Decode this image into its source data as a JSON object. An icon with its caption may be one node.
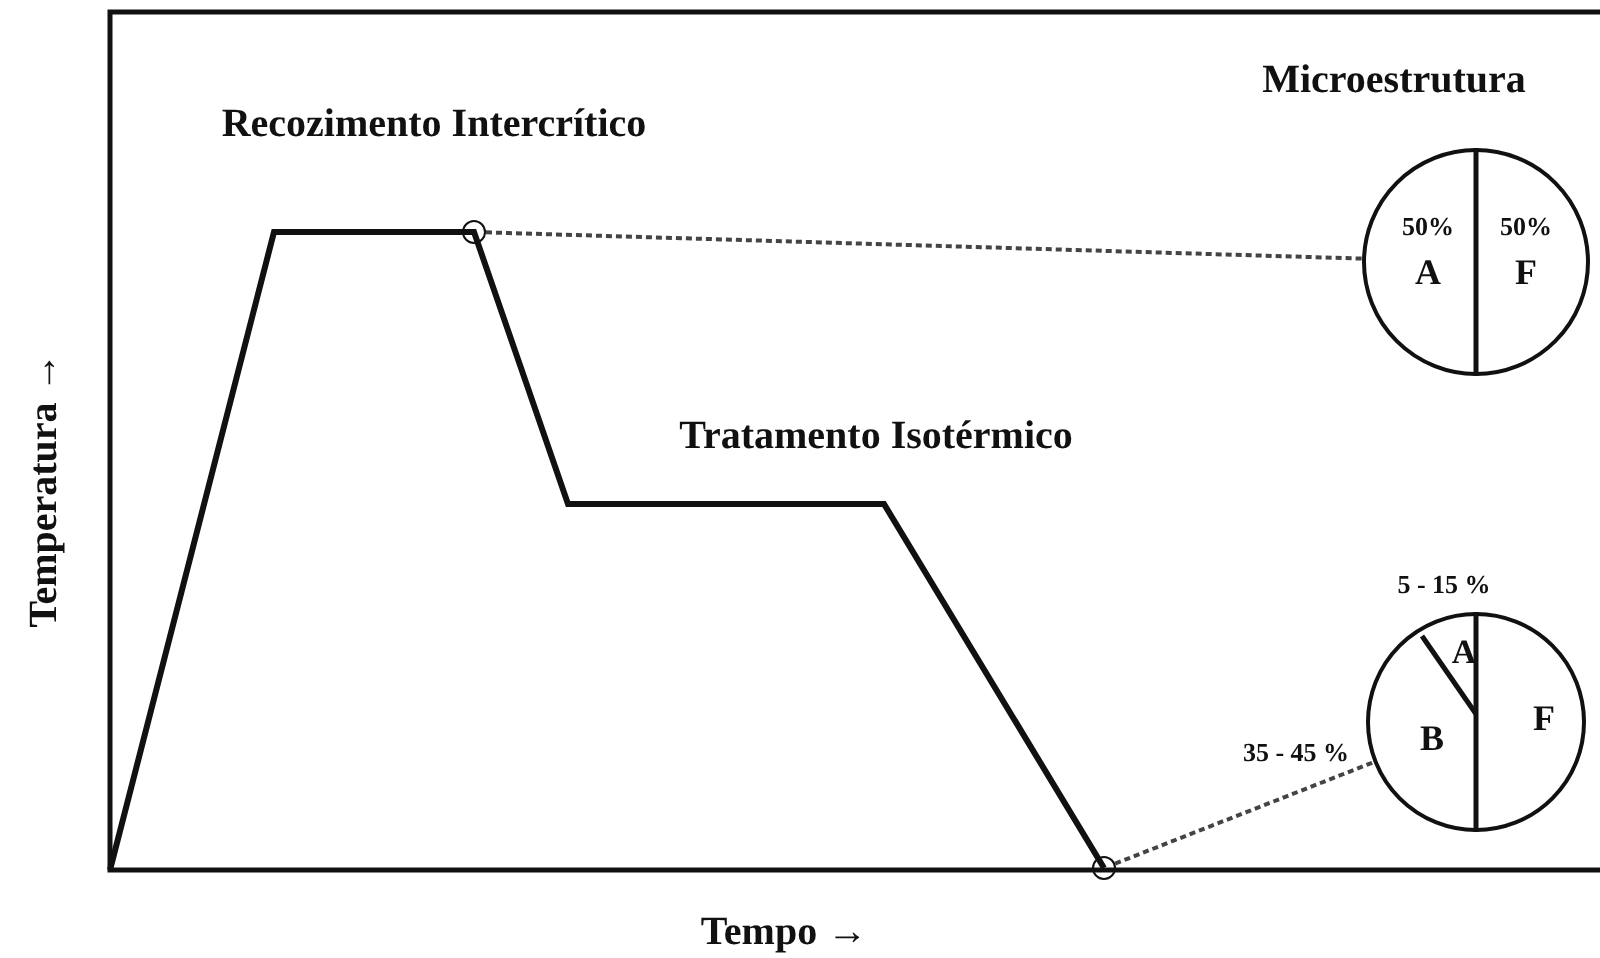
{
  "diagram": {
    "nodes": [
      {
        "text": [],
        "shape": "circle"
      },
      {
        "text": [
          "50%",
          "A",
          "50%",
          "F"
        ]
      },
      {
        "text": [],
        "shape": "circle"
      },
      {
        "text": [
          "A",
          "B",
          "F"
        ],
        "beside": [
          "5 - 15 %",
          "35 - 45 %"
        ]
      }
    ],
    "edges": [
      {
        "from": 0,
        "to": 1,
        "arrow": "none",
        "style": "dashed"
      },
      {
        "from": 2,
        "to": 3,
        "arrow": "none",
        "style": "dashed"
      }
    ],
    "labels": [
      "Microestrutura",
      "Recozimento Intercrítico",
      "Tratamento Isotérmico",
      "Temperatura →",
      "Tempo →"
    ]
  }
}
